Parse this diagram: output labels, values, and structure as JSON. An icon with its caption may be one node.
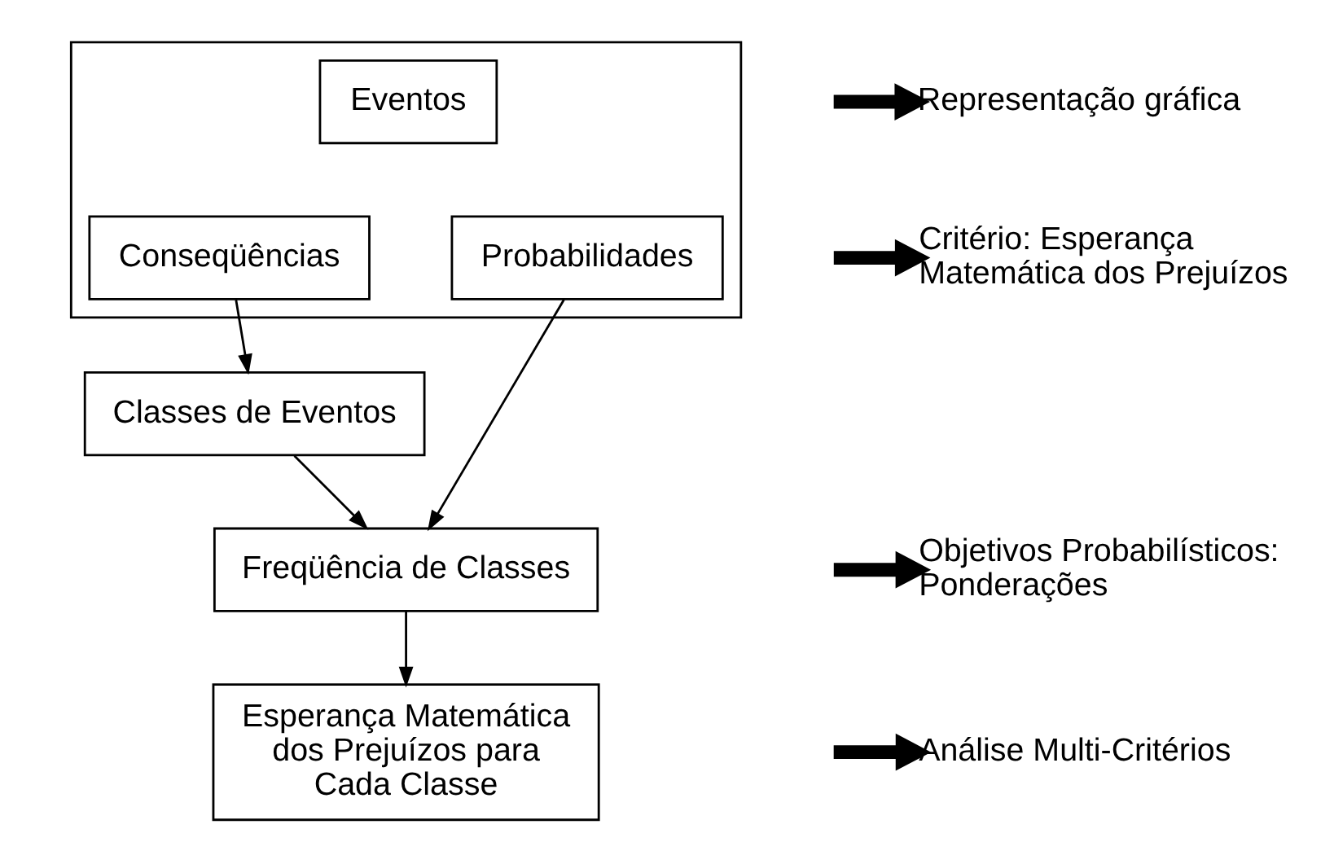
{
  "diagram": {
    "nodes": [
      {
        "text": [],
        "shape": "box"
      },
      {
        "text": [
          "Eventos"
        ],
        "in": 0
      },
      {
        "text": [
          "Conseqüências"
        ],
        "in": 0
      },
      {
        "text": [
          "Probabilidades"
        ],
        "in": 0
      },
      {
        "text": [
          "Classes de Eventos"
        ]
      },
      {
        "text": [
          "Freqüência de Classes"
        ]
      },
      {
        "text": [
          "Esperança Matemática dos Prejuízos para Cada Classe"
        ]
      },
      {
        "text": [
          "Representação gráfica"
        ]
      },
      {
        "text": [
          "Critério: Esperança Matemática dos Prejuízos"
        ]
      },
      {
        "text": [
          "Objetivos Probabilísticos: Ponderações"
        ]
      },
      {
        "text": [
          "Análise Multi-Critérios"
        ]
      }
    ],
    "edges": [
      {
        "from": 2,
        "to": 4,
        "arrow": "to"
      },
      {
        "from": 4,
        "to": 5,
        "arrow": "to"
      },
      {
        "from": 3,
        "to": 5,
        "arrow": "to"
      },
      {
        "from": 5,
        "to": 6,
        "arrow": "to"
      },
      {
        "from": null,
        "to": 7,
        "arrow": "to",
        "style": "thick"
      },
      {
        "from": null,
        "to": 8,
        "arrow": "to",
        "style": "thick"
      },
      {
        "from": null,
        "to": 9,
        "arrow": "to",
        "style": "thick"
      },
      {
        "from": null,
        "to": 10,
        "arrow": "to",
        "style": "thick"
      }
    ]
  }
}
